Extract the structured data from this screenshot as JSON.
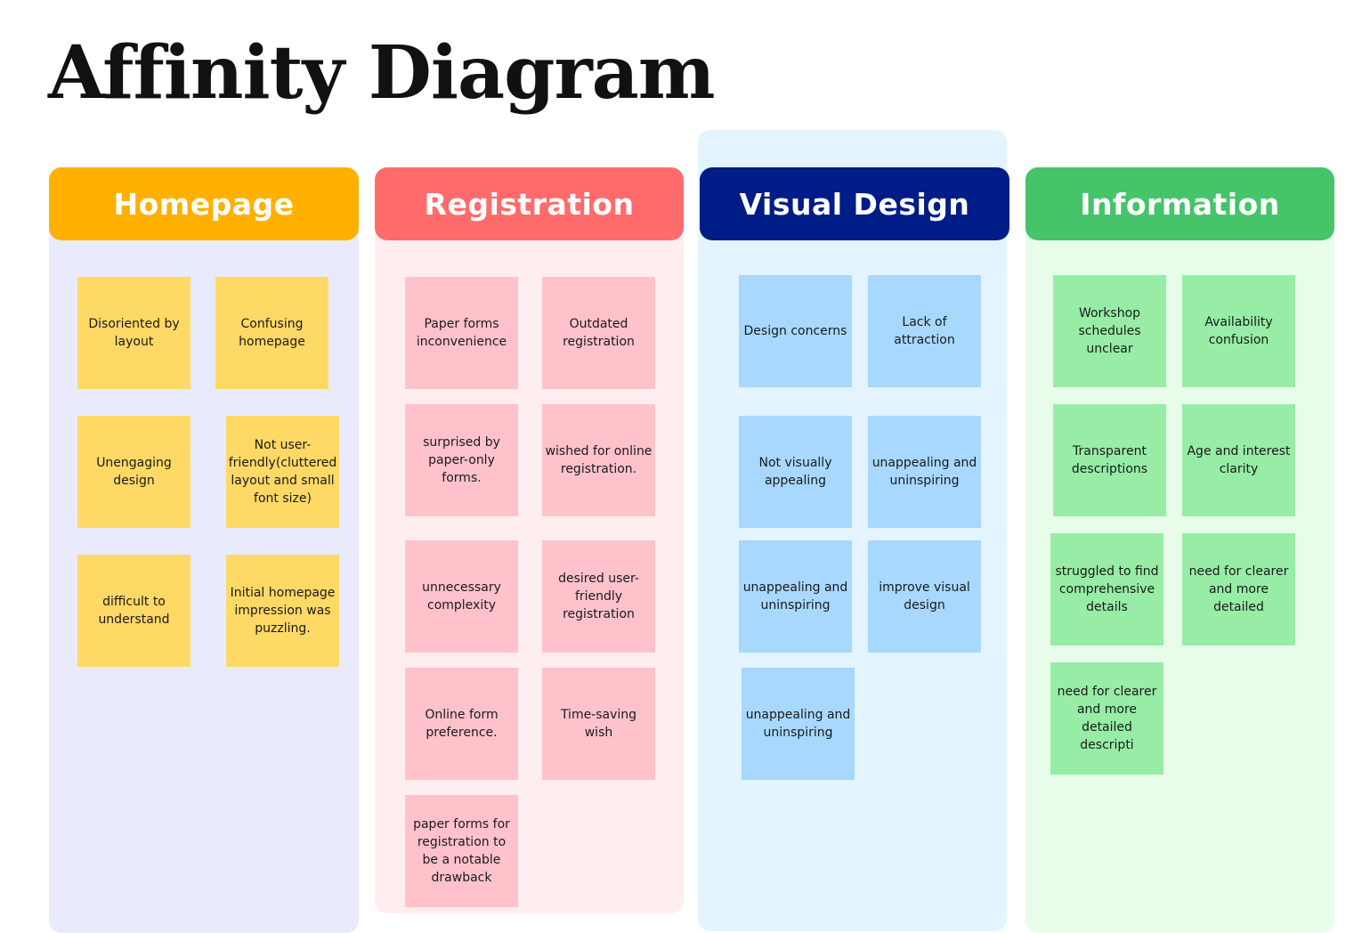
{
  "title": "Affinity Diagram",
  "colors": {
    "homepage_header": "#FFB000",
    "homepage_bg": "#E9EBFC",
    "homepage_note": "#FFD966",
    "registration_header": "#FF6B6B",
    "registration_bg": "#FFEEF0",
    "registration_note": "#FFC2CB",
    "visual_header": "#001C86",
    "visual_bg": "#E3F4FE",
    "visual_note": "#A8D8FD",
    "information_header": "#45C46A",
    "information_bg": "#E8FCEA",
    "information_note": "#97ECA6"
  },
  "columns": {
    "homepage": {
      "label": "Homepage",
      "notes": [
        "Disoriented by layout",
        "Confusing homepage",
        "Unengaging design",
        "Not user-friendly(cluttered layout and small font size)",
        "difficult to understand",
        "Initial homepage impression was puzzling."
      ]
    },
    "registration": {
      "label": "Registration",
      "notes": [
        "Paper forms inconvenience",
        "Outdated registration",
        "surprised by paper-only forms.",
        "wished for online registration.",
        "unnecessary complexity",
        "desired user-friendly registration",
        "Online form preference.",
        "Time-saving wish",
        "paper forms for registration to be a notable drawback"
      ]
    },
    "visual_design": {
      "label": "Visual Design",
      "notes": [
        "Design concerns",
        "Lack of attraction",
        "Not visually appealing",
        "unappealing and uninspiring",
        "unappealing and uninspiring",
        "improve visual design",
        "unappealing and uninspiring"
      ]
    },
    "information": {
      "label": "Information",
      "notes": [
        "Workshop schedules unclear",
        "Availability confusion",
        "Transparent descriptions",
        "Age and interest clarity",
        "struggled to find comprehensive details",
        "need for clearer and more detailed",
        "need for clearer and more detailed descripti"
      ]
    }
  }
}
